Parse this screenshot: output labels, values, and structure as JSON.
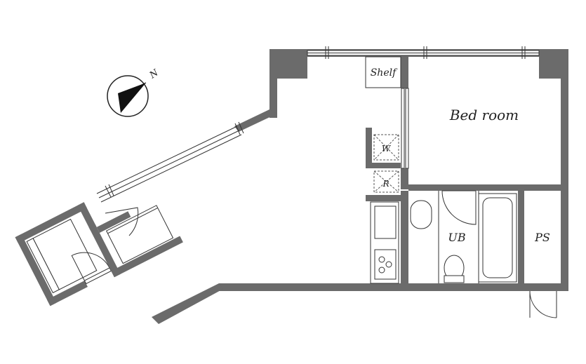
{
  "compass": {
    "label": "N",
    "icon": "north-arrow-icon"
  },
  "rooms": {
    "bedroom": "Bed room",
    "shelf": "Shelf",
    "washer": "W",
    "fridge": "R",
    "bath": "UB",
    "pipe_space": "PS"
  },
  "colors": {
    "wall": "#6b6b6b",
    "line": "#333333",
    "background": "#ffffff"
  }
}
